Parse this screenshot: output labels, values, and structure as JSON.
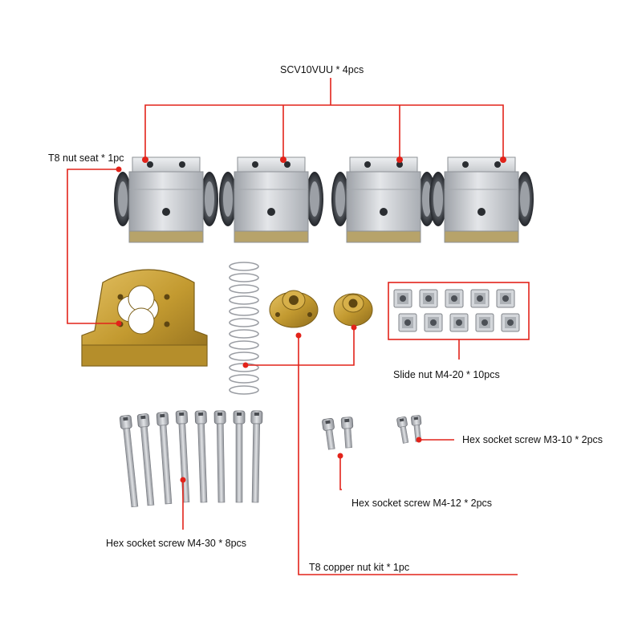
{
  "labels": {
    "scv10vuu": "SCV10VUU * 4pcs",
    "t8_nut_seat": "T8 nut seat * 1pc",
    "slide_nut": "Slide nut M4-20  * 10pcs",
    "hex_m3_10": "Hex socket screw M3-10 * 2pcs",
    "hex_m4_12": "Hex socket screw M4-12 * 2pcs",
    "hex_m4_30": "Hex socket screw M4-30 * 8pcs",
    "t8_copper_kit": "T8 copper nut kit * 1pc"
  },
  "colors": {
    "leader_line": "#e2231a",
    "marker_dot": "#e2231a",
    "aluminum": "#c9ccd0",
    "bearing_dark": "#3a3d42",
    "brass": "#c9a23a",
    "steel": "#b5b8bd"
  }
}
